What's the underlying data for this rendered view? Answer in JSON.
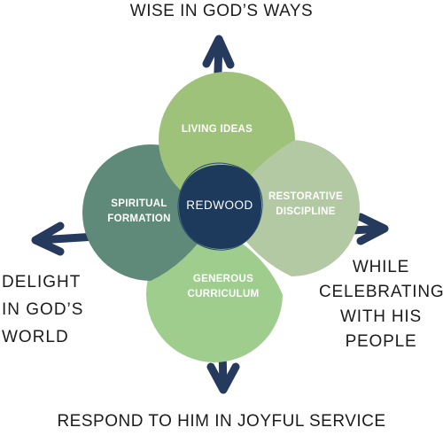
{
  "labels": {
    "top": "WISE IN GOD’S WAYS",
    "left": [
      "DELIGHT",
      "IN GOD’S",
      "WORLD"
    ],
    "right": [
      "WHILE",
      "CELEBRATING",
      "WITH HIS",
      "PEOPLE"
    ],
    "bottom": "RESPOND TO HIM IN JOYFUL SERVICE"
  },
  "petals": {
    "top": {
      "label": "LIVING IDEAS",
      "color": "#9fc27a"
    },
    "left": {
      "lines": [
        "SPIRITUAL",
        "FORMATION"
      ],
      "color": "#5f8a79"
    },
    "right": {
      "lines": [
        "RESTORATIVE",
        "DISCIPLINE"
      ],
      "color": "#b3c9a3"
    },
    "bottom": {
      "lines": [
        "GENEROUS",
        "CURRICULUM"
      ],
      "color": "#9fcd8e"
    }
  },
  "center": {
    "label": "REDWOOD",
    "color": "#1d3a5c"
  },
  "colors": {
    "arrow": "#263a5e",
    "text": "#1c1c1c"
  }
}
